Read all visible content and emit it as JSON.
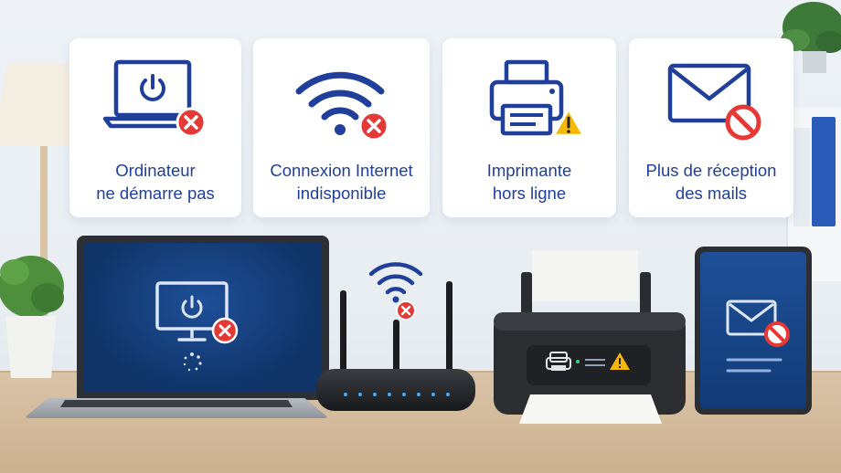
{
  "cards": [
    {
      "icon": "laptop-power-error-icon",
      "lines": [
        "Ordinateur",
        "ne démarre pas"
      ]
    },
    {
      "icon": "wifi-error-icon",
      "lines": [
        "Connexion Internet",
        "indisponible"
      ]
    },
    {
      "icon": "printer-warning-icon",
      "lines": [
        "Imprimante",
        "hors ligne"
      ]
    },
    {
      "icon": "mail-blocked-icon",
      "lines": [
        "Plus de réception",
        "des mails"
      ]
    }
  ],
  "colors": {
    "brand_blue": "#1f3f9a",
    "error_red": "#e53935",
    "warning_yellow": "#f6b800",
    "screen_blue": "#1a4a90"
  }
}
